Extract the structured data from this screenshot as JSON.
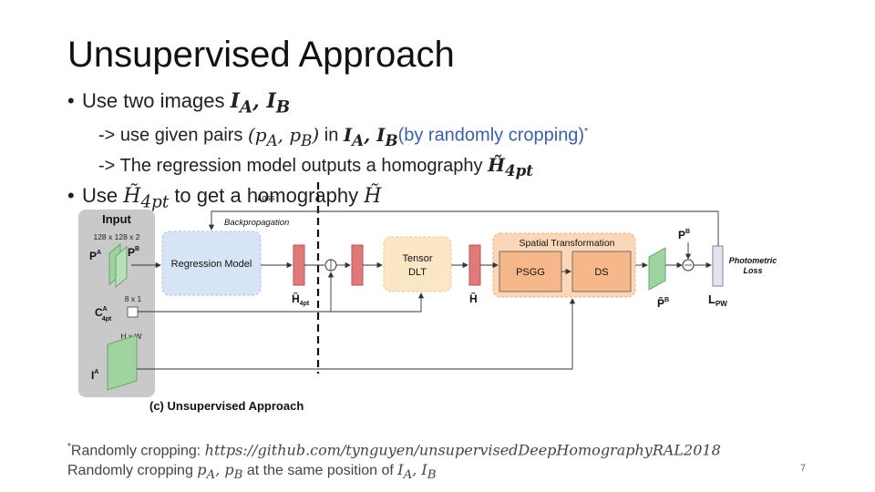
{
  "slide": {
    "title": "Unsupervised Approach",
    "page_number": "7"
  },
  "bullets": {
    "b1_text": "Use two images ",
    "b1_math": "I_A, I_B",
    "b1_sub1_prefix": "-> use given pairs ",
    "b1_sub1_math1": "(p_A, p_B)",
    "b1_sub1_mid": " in ",
    "b1_sub1_math2": "I_A, I_B",
    "b1_sub1_note": "(by randomly cropping)",
    "b1_sub1_star": "*",
    "b1_sub2_prefix": "-> The regression model outputs a homography ",
    "b1_sub2_math": "H̃_4pt",
    "b2_prefix": "Use ",
    "b2_math1": "H̃_4pt",
    "b2_mid": " to get a homography ",
    "b2_math2": "H̃"
  },
  "diagram": {
    "loss_top": "Loss",
    "backprop": "Backpropagation",
    "input_title": "Input",
    "input_size": "128 x 128 x 2",
    "pa": "P^A",
    "pb": "P^B",
    "c4pt": "C^A_4pt",
    "c4pt_size": "8 x 1",
    "ia": "I^A",
    "ia_size": "H x W",
    "regression": "Regression Model",
    "h4pt": "H̃_4pt",
    "tensor_dlt_1": "Tensor",
    "tensor_dlt_2": "DLT",
    "h": "H̃",
    "spatial": "Spatial Transformation",
    "psgg": "PSGG",
    "ds": "DS",
    "pb_warp": "P̃^B",
    "pb_top": "P^B",
    "photometric_1": "Photometric",
    "photometric_2": "Loss",
    "lpw": "L_PW",
    "caption": "(c) Unsupervised Approach"
  },
  "footer": {
    "line1_prefix": "Randomly cropping: ",
    "line1_url": "https://github.com/tynguyen/unsupervisedDeepHomographyRAL2018",
    "line1_star": "*",
    "line2_prefix": "Randomly cropping ",
    "line2_math1": "p_A, p_B",
    "line2_mid": " at the same position of ",
    "line2_math2": "I_A, I_B"
  },
  "colors": {
    "input_panel": "#c9c9c9",
    "regression_fill": "#d6e4f5",
    "tensor_fill": "#fbe7c6",
    "spatial_fill": "#fbd7b8",
    "red_block": "#e07a7a",
    "green_patch": "#9fd4a0",
    "title_blue": "#3b5fa8"
  }
}
